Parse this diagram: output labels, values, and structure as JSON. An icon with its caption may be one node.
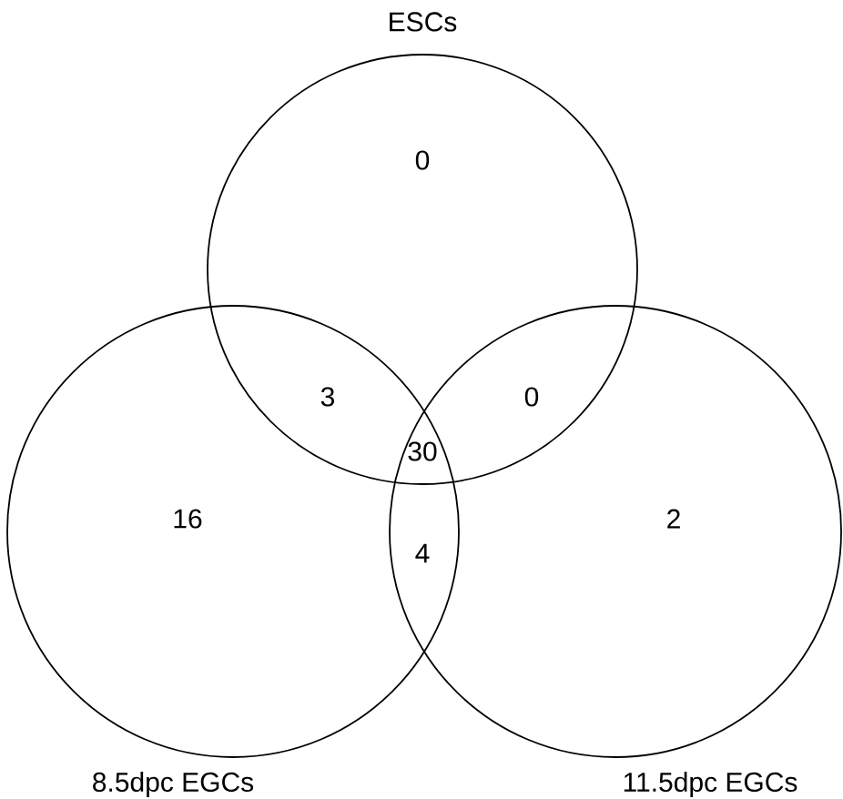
{
  "diagram": {
    "nodes": [
      {
        "text": [
          "ESCs"
        ]
      },
      {
        "text": [
          "8.5dpc EGCs"
        ]
      },
      {
        "text": [
          "11.5dpc EGCs"
        ]
      }
    ],
    "labels": [
      "0",
      "3",
      "0",
      "30",
      "16",
      "4",
      "2"
    ]
  }
}
